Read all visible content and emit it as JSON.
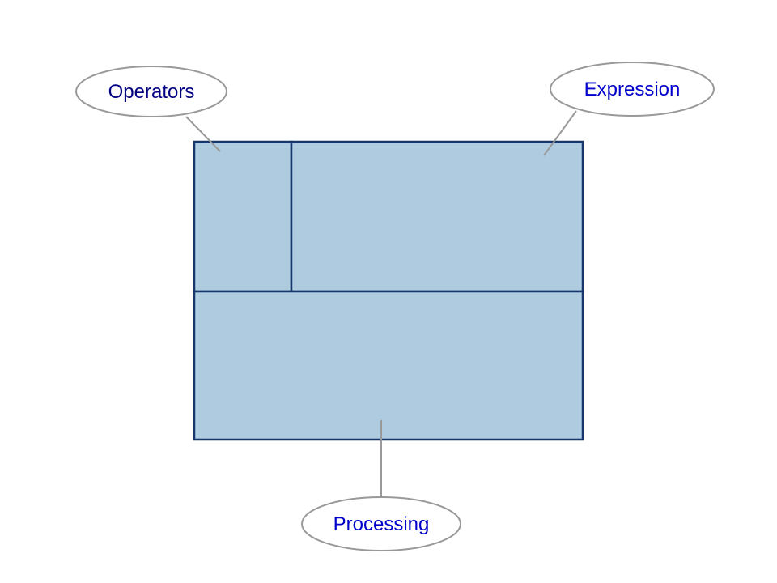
{
  "canvas": {
    "background": "#FFFFFF"
  },
  "grid": {
    "fill": "#AECBE0",
    "border": "#16366C"
  },
  "callout_style": {
    "fill": "#FFFFFF",
    "border": "#999999"
  },
  "connector_color": "#999999",
  "callouts": {
    "operators": {
      "label": "Operators",
      "text_color": "#000080"
    },
    "expression": {
      "label": "Expression",
      "text_color": "#0000CC"
    },
    "processing": {
      "label": "Processing",
      "text_color": "#0000CC"
    }
  }
}
